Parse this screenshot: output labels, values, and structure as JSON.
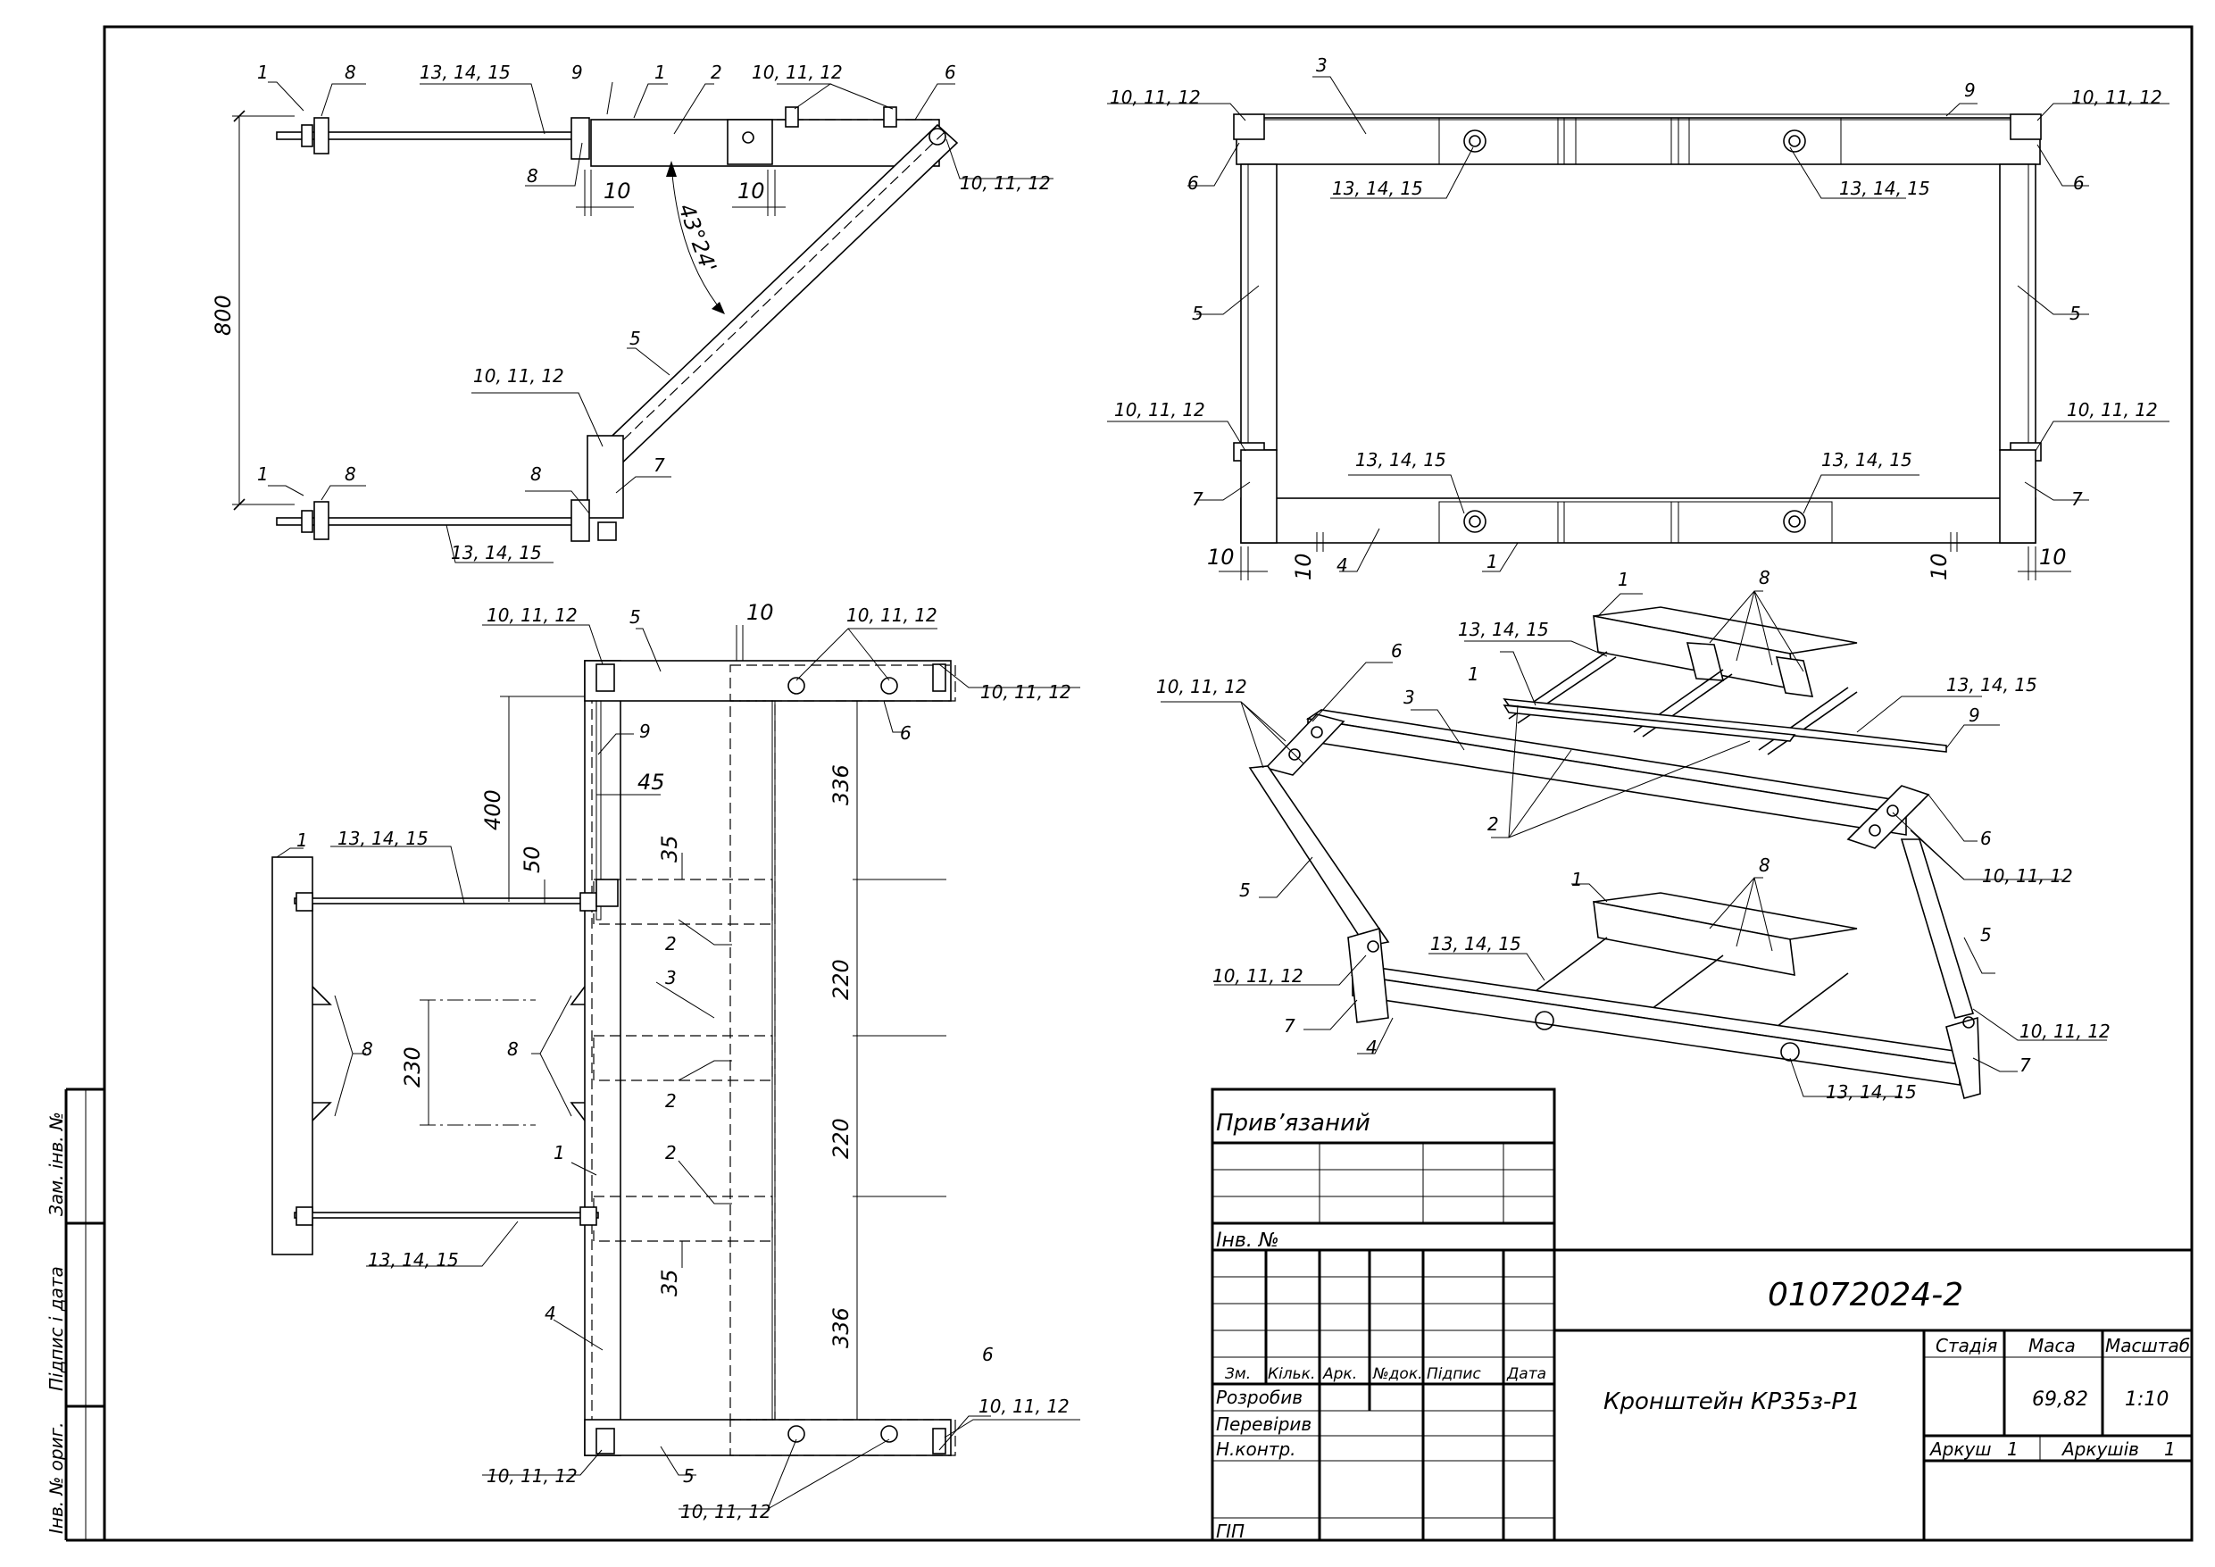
{
  "title_block": {
    "bound_label": "Прив’язаний",
    "inv_label": "Інв. №",
    "doc_number": "01072024-2",
    "title": "Кронштейн КР35з-Р1",
    "stage_label": "Стадія",
    "mass_label": "Маса",
    "scale_label": "Масштаб",
    "mass_value": "69,82",
    "scale_value": "1:10",
    "sheet_label": "Аркуш",
    "sheet_value": "1",
    "sheets_label": "Аркушів",
    "sheets_value": "1",
    "cols": [
      "Зм.",
      "Кільк.",
      "Арк.",
      "№док.",
      "Підпис",
      "Дата"
    ],
    "roles": [
      "Розробив",
      "Перевірив",
      "Н.контр.",
      "ГІП"
    ]
  },
  "side_stamp": [
    "Зам. інв. №",
    "Підпис і дата",
    "Інв. № ориг."
  ],
  "callouts": {
    "p1": "1",
    "p2": "2",
    "p3": "3",
    "p4": "4",
    "p5": "5",
    "p6": "6",
    "p7": "7",
    "p8": "8",
    "p9": "9",
    "bolts": "10, 11, 12",
    "studs": "13, 14, 15"
  },
  "dims": {
    "h800": "800",
    "angle": "43°24'",
    "d10": "10",
    "d400": "400",
    "d336": "336",
    "d220": "220",
    "d230": "230",
    "d50": "50",
    "d45": "45",
    "d35": "35"
  }
}
